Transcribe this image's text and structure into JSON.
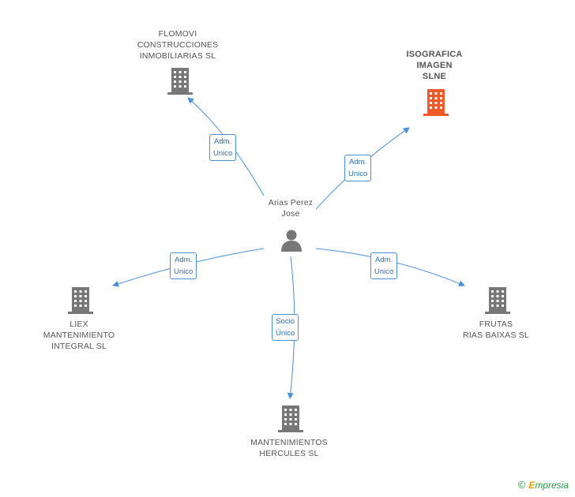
{
  "colors": {
    "edge": "#4a90d9",
    "building": "#777777",
    "building_highlight": "#f05a28",
    "person": "#777777"
  },
  "person": {
    "name_line1": "Arias Perez",
    "name_line2": "Jose",
    "icon": "person-icon"
  },
  "companies": [
    {
      "id": "flomovi",
      "lines": [
        "FLOMOVI",
        "CONSTRUCCIONES",
        "INMOBILIARIAS SL"
      ],
      "highlight": false
    },
    {
      "id": "isografica",
      "lines": [
        "ISOGRAFICA",
        "IMAGEN",
        "SLNE"
      ],
      "highlight": true
    },
    {
      "id": "liex",
      "lines": [
        "LIEX",
        "MANTENIMIENTO",
        "INTEGRAL SL"
      ],
      "highlight": false
    },
    {
      "id": "frutas",
      "lines": [
        "FRUTAS",
        "RIAS BAIXAS SL"
      ],
      "highlight": false
    },
    {
      "id": "mantenimientos",
      "lines": [
        "MANTENIMIENTOS",
        "HERCULES SL"
      ],
      "highlight": false
    }
  ],
  "edges": [
    {
      "to": "flomovi",
      "label": [
        "Adm.",
        "Unico"
      ]
    },
    {
      "to": "isografica",
      "label": [
        "Adm.",
        "Unico"
      ]
    },
    {
      "to": "liex",
      "label": [
        "Adm.",
        "Unico"
      ]
    },
    {
      "to": "frutas",
      "label": [
        "Adm.",
        "Unico"
      ]
    },
    {
      "to": "mantenimientos",
      "label": [
        "Socio",
        "Único"
      ]
    }
  ],
  "footer": {
    "copyright": "©",
    "brand_first": "E",
    "brand_rest": "mpresia"
  }
}
